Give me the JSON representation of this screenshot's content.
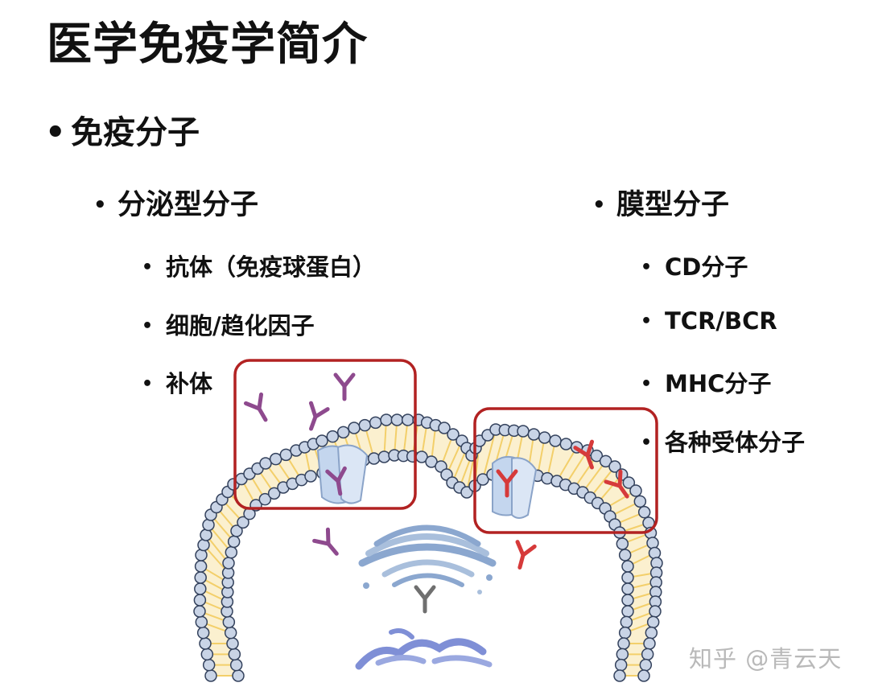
{
  "title": "医学免疫学简介",
  "level1": "免疫分子",
  "secreted": {
    "label": "分泌型分子",
    "items": [
      "抗体（免疫球蛋白）",
      "细胞/趋化因子",
      "补体"
    ]
  },
  "membrane": {
    "label": "膜型分子",
    "items": [
      "CD分子",
      "TCR/BCR",
      "MHC分子",
      "各种受体分子"
    ]
  },
  "watermark": "知乎 @青云天",
  "colors": {
    "highlight_box": "#b22222",
    "secreted_antibody": "#8e4a8e",
    "membrane_antibody": "#d63a3a",
    "lipid_head": "#c9d4e6",
    "lipid_tail": "#f3cf6a",
    "golgi": "#8ba7cf"
  }
}
